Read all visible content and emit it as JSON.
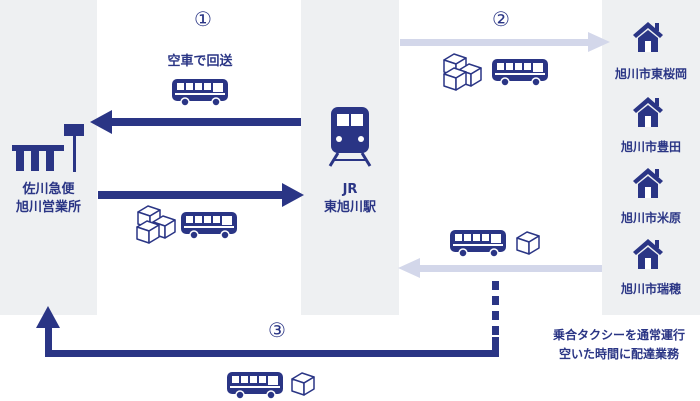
{
  "steps": [
    "①",
    "②",
    "③"
  ],
  "office": {
    "line1": "佐川急便",
    "line2": "旭川営業所"
  },
  "station": {
    "line1": "JR",
    "line2": "東旭川駅"
  },
  "empty_return": "空車で回送",
  "destinations": [
    "旭川市東桜岡",
    "旭川市豊田",
    "旭川市米原",
    "旭川市瑞穂"
  ],
  "note": {
    "line1": "乗合タクシーを通常運行",
    "line2": "空いた時間に配達業務"
  },
  "colors": {
    "primary": "#2a3585",
    "light_arrow": "#d3d7ea",
    "panel": "#eef0f2"
  }
}
